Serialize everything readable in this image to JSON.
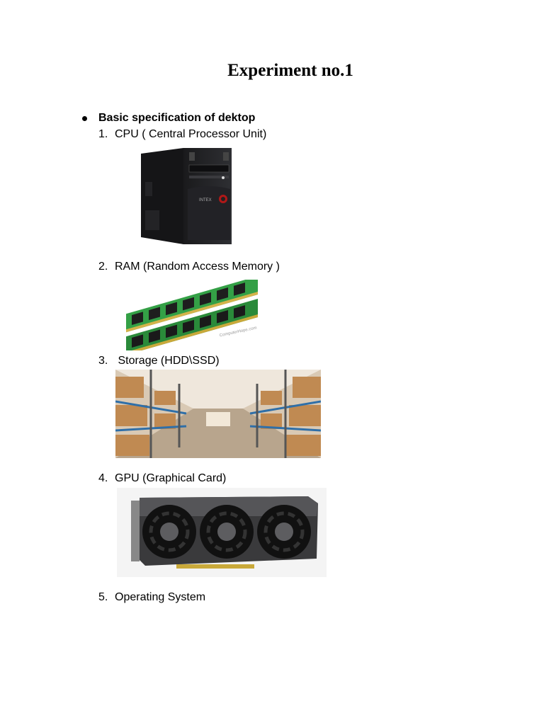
{
  "document": {
    "title": "Experiment no.1",
    "bullet": "Basic specification of dektop",
    "items": [
      {
        "num": "1.",
        "label": "CPU ( Central Processor Unit)"
      },
      {
        "num": "2.",
        "label": "RAM (Random Access Memory )"
      },
      {
        "num": "3.",
        "label": " Storage (HDD\\SSD)"
      },
      {
        "num": "4.",
        "label": "GPU (Graphical Card)"
      },
      {
        "num": "5.",
        "label": "Operating System"
      }
    ],
    "cpu_brand": "INTEX",
    "ram_watermark": "ComputerHope.com"
  }
}
